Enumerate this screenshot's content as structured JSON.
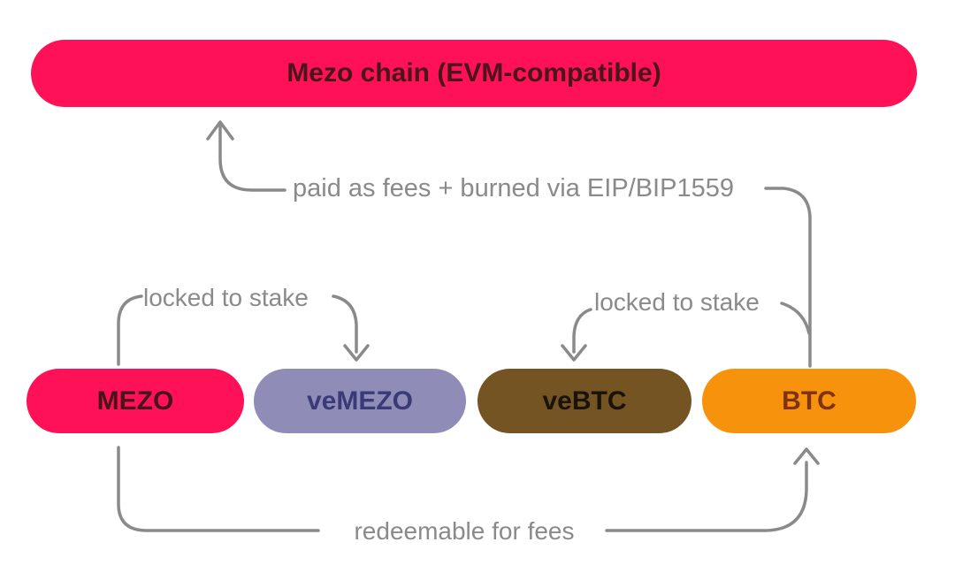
{
  "diagram": {
    "background": "#FFFFFF",
    "connector_color": "#8A8A8A",
    "label_color": "#8A8A8A",
    "chain_pill": {
      "label": "Mezo chain (EVM-compatible)",
      "bg": "#FE1156",
      "text_color": "#4A161A"
    },
    "token_pills": [
      {
        "id": "mezo",
        "label": "MEZO",
        "bg": "#FE1156",
        "text_color": "#45151A"
      },
      {
        "id": "vemezo",
        "label": "veMEZO",
        "bg": "#8F8CB8",
        "text_color": "#3A3A76"
      },
      {
        "id": "vebtc",
        "label": "veBTC",
        "bg": "#745422",
        "text_color": "#1A1307"
      },
      {
        "id": "btc",
        "label": "BTC",
        "bg": "#F7920C",
        "text_color": "#7E3210"
      }
    ],
    "flow_labels": {
      "fees_burned": "paid as fees + burned via EIP/BIP1559",
      "locked_to_stake_left": "locked to stake",
      "locked_to_stake_right": "locked to stake",
      "redeemable": "redeemable for fees"
    }
  }
}
